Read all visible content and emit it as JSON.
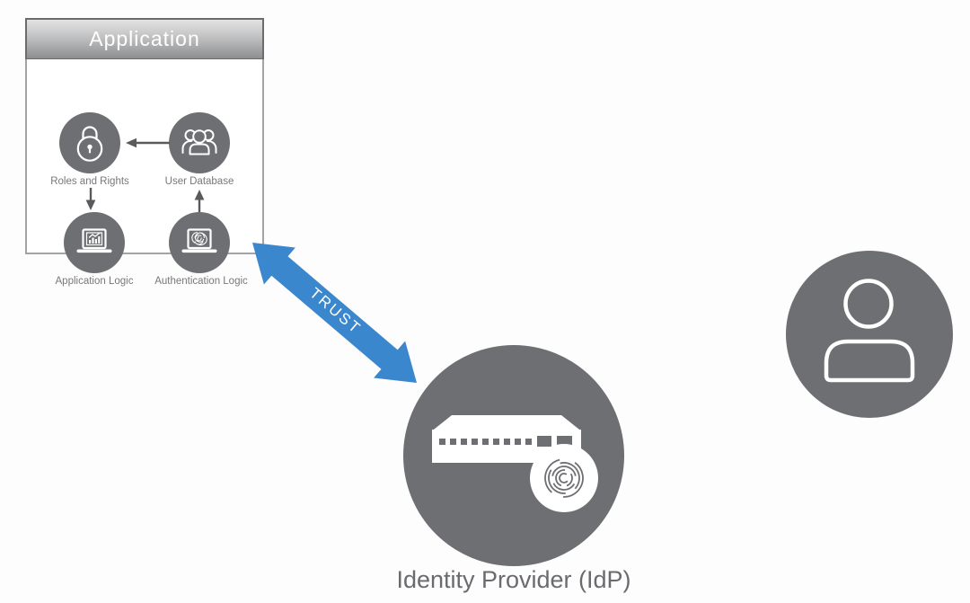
{
  "colors": {
    "node_gray": "#6e6f72",
    "trust_blue": "#3b87cd",
    "node_label_gray": "#77787a",
    "idp_label_gray": "#6a6b6e",
    "mini_arrow_gray": "#595a5c",
    "header_border_gray": "#6b6c6e",
    "icon_white": "#ffffff"
  },
  "application": {
    "title": "Application",
    "nodes": [
      {
        "label": "Roles and Rights",
        "icon": "lock-icon"
      },
      {
        "label": "User Database",
        "icon": "users-icon"
      },
      {
        "label": "Application Logic",
        "icon": "laptop-chart-icon"
      },
      {
        "label": "Authentication Logic",
        "icon": "laptop-fingerprint-icon"
      }
    ],
    "arrows": [
      {
        "from": "User Database",
        "to": "Roles and Rights",
        "icon": "arrow-left-icon"
      },
      {
        "from": "Roles and Rights",
        "to": "Application Logic",
        "icon": "arrow-down-icon"
      },
      {
        "from": "Authentication Logic",
        "to": "User Database",
        "icon": "arrow-up-icon"
      }
    ]
  },
  "trust": {
    "label": "TRUST",
    "from": "Application",
    "to": "Identity Provider (IdP)",
    "icon": "double-headed-arrow"
  },
  "idp": {
    "label": "Identity Provider (IdP)",
    "icon": "server-fingerprint-icon"
  },
  "user": {
    "icon": "person-icon"
  }
}
